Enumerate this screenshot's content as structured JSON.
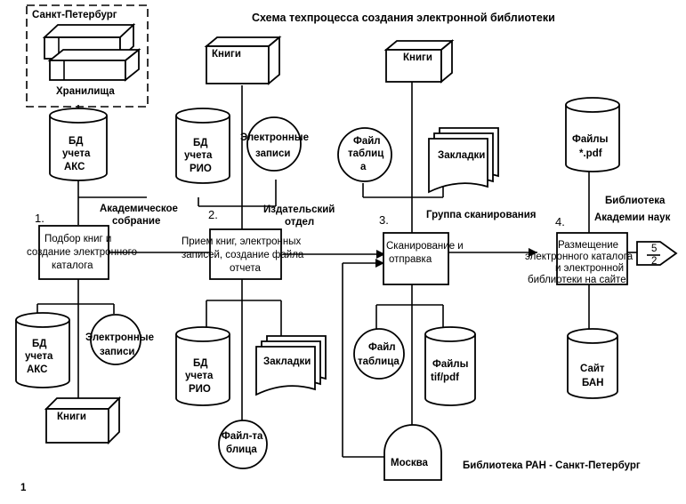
{
  "title": "Схема техпроцесса создания электронной библиотеки",
  "footer": {
    "page_number": "1",
    "org": "Библиотека РАН - Санкт-Петербург"
  },
  "storage": {
    "city": "Санкт-Петербург",
    "label": "Хранилища"
  },
  "stages": {
    "s1": {
      "number": "1.",
      "owner": [
        "Академическое",
        "собрание"
      ],
      "lines": [
        "Подбор книг и",
        "создание электронного",
        "каталога"
      ]
    },
    "s2": {
      "number": "2.",
      "owner": [
        "Издательский",
        "отдел"
      ],
      "lines": [
        "Прием книг, электронных",
        "записей, создание файла",
        "отчета"
      ]
    },
    "s3": {
      "number": "3.",
      "owner": [
        "Группа сканирования"
      ],
      "lines": [
        "Сканирование и",
        "отправка"
      ]
    },
    "s4": {
      "number": "4.",
      "owner": [
        "Библиотека",
        "Академии наук"
      ],
      "lines": [
        "Размещение",
        "электронного каталога",
        "и электронной",
        "библиотеки на сайте"
      ]
    }
  },
  "items": {
    "bd_aks_top": [
      "БД",
      "учета",
      "АКС"
    ],
    "bd_aks_bottom": [
      "БД",
      "учета",
      "АКС"
    ],
    "bd_rio_top": [
      "БД",
      "учета",
      "РИО"
    ],
    "bd_rio_bottom": [
      "БД",
      "учета",
      "РИО"
    ],
    "e_records_2": [
      "Электронные",
      "записи"
    ],
    "e_records_1": [
      "Электронные",
      "записи"
    ],
    "books_2": "Книги",
    "books_3": "Книги",
    "books_1": "Книги",
    "file_table_3": [
      "Файл",
      "таблиц",
      "а"
    ],
    "bookmarks_3": "Закладки",
    "bookmarks_2": "Закладки",
    "file_table_2": [
      "Файл-та",
      "блица"
    ],
    "file_table_3b": [
      "Файл",
      "таблица"
    ],
    "files_tif": [
      "Файлы",
      "tif/pdf"
    ],
    "moscow": "Москва",
    "files_pdf": [
      "Файлы",
      "*.pdf"
    ],
    "site_ban": [
      "Сайт",
      "БАН"
    ],
    "offpage": [
      "5",
      "2"
    ]
  }
}
